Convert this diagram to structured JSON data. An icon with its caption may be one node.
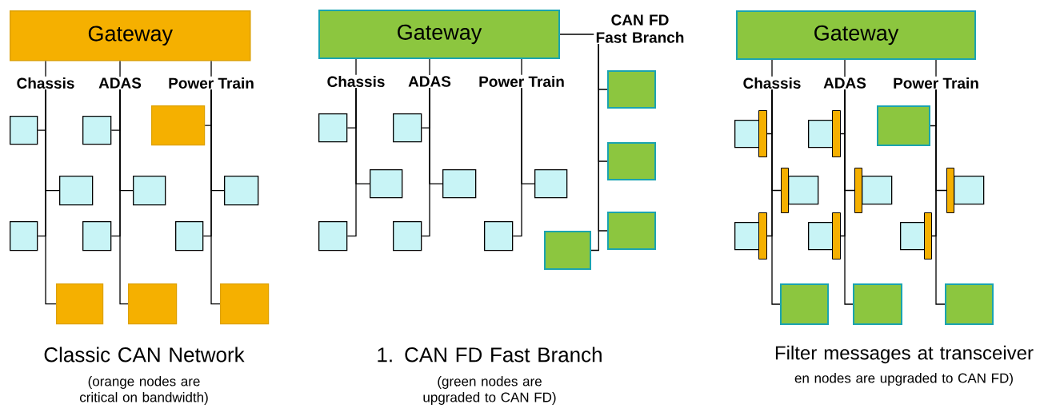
{
  "diagram": {
    "nodes": [
      {
        "text": [
          "Gateway"
        ]
      },
      {
        "text": [
          "Chassis"
        ]
      },
      {
        "text": [
          "ADAS"
        ]
      },
      {
        "text": [
          "Power Train"
        ]
      },
      {
        "text": [],
        "shape": "box"
      },
      {
        "text": [],
        "shape": "box"
      },
      {
        "text": [],
        "shape": "box"
      },
      {
        "text": [],
        "shape": "box"
      },
      {
        "text": [],
        "shape": "box"
      },
      {
        "text": [],
        "shape": "box"
      },
      {
        "text": [],
        "shape": "box"
      },
      {
        "text": [],
        "shape": "box"
      },
      {
        "text": [],
        "shape": "box"
      },
      {
        "text": [],
        "shape": "box"
      },
      {
        "text": [],
        "shape": "box"
      },
      {
        "text": [],
        "shape": "box"
      },
      {
        "text": [
          "Gateway"
        ]
      },
      {
        "text": [
          "Chassis"
        ]
      },
      {
        "text": [
          "ADAS"
        ]
      },
      {
        "text": [
          "Power Train"
        ]
      },
      {
        "text": [
          "CAN FD Fast Branch"
        ]
      },
      {
        "text": [],
        "shape": "box"
      },
      {
        "text": [],
        "shape": "box"
      },
      {
        "text": [],
        "shape": "box"
      },
      {
        "text": [],
        "shape": "box"
      },
      {
        "text": [],
        "shape": "box"
      },
      {
        "text": [],
        "shape": "box"
      },
      {
        "text": [],
        "shape": "box"
      },
      {
        "text": [],
        "shape": "box"
      },
      {
        "text": [],
        "shape": "box"
      },
      {
        "text": [],
        "shape": "box"
      },
      {
        "text": [],
        "shape": "box"
      },
      {
        "text": [],
        "shape": "box"
      },
      {
        "text": [
          "Gateway"
        ]
      },
      {
        "text": [
          "Chassis"
        ]
      },
      {
        "text": [
          "ADAS"
        ]
      },
      {
        "text": [
          "Power Train"
        ]
      },
      {
        "text": [],
        "shape": "box"
      },
      {
        "text": [],
        "shape": "bar"
      },
      {
        "text": [],
        "shape": "bar"
      },
      {
        "text": [],
        "shape": "box"
      },
      {
        "text": [],
        "shape": "box"
      },
      {
        "text": [],
        "shape": "bar"
      },
      {
        "text": [],
        "shape": "box"
      },
      {
        "text": [],
        "shape": "box"
      },
      {
        "text": [],
        "shape": "bar"
      },
      {
        "text": [],
        "shape": "bar"
      },
      {
        "text": [],
        "shape": "box"
      },
      {
        "text": [],
        "shape": "box"
      },
      {
        "text": [],
        "shape": "bar"
      },
      {
        "text": [],
        "shape": "box"
      },
      {
        "text": [],
        "shape": "box"
      },
      {
        "text": [],
        "shape": "bar"
      },
      {
        "text": [],
        "shape": "box"
      },
      {
        "text": [],
        "shape": "box"
      },
      {
        "text": [],
        "shape": "bar"
      },
      {
        "text": [],
        "shape": "box"
      }
    ],
    "edges": [
      {
        "from": 0,
        "to": 1,
        "arrow": "none"
      },
      {
        "from": 0,
        "to": 2,
        "arrow": "none"
      },
      {
        "from": 0,
        "to": 3,
        "arrow": "none"
      },
      {
        "from": 1,
        "to": 4,
        "arrow": "none"
      },
      {
        "from": 1,
        "to": 5,
        "arrow": "none"
      },
      {
        "from": 1,
        "to": 6,
        "arrow": "none"
      },
      {
        "from": 1,
        "to": 7,
        "arrow": "none"
      },
      {
        "from": 2,
        "to": 8,
        "arrow": "none"
      },
      {
        "from": 2,
        "to": 9,
        "arrow": "none"
      },
      {
        "from": 2,
        "to": 10,
        "arrow": "none"
      },
      {
        "from": 2,
        "to": 11,
        "arrow": "none"
      },
      {
        "from": 3,
        "to": 12,
        "arrow": "none"
      },
      {
        "from": 3,
        "to": 13,
        "arrow": "none"
      },
      {
        "from": 3,
        "to": 14,
        "arrow": "none"
      },
      {
        "from": 3,
        "to": 15,
        "arrow": "none"
      },
      {
        "from": 16,
        "to": 17,
        "arrow": "none"
      },
      {
        "from": 16,
        "to": 18,
        "arrow": "none"
      },
      {
        "from": 16,
        "to": 19,
        "arrow": "none"
      },
      {
        "from": 16,
        "to": 20,
        "arrow": "none"
      },
      {
        "from": 17,
        "to": 21,
        "arrow": "none"
      },
      {
        "from": 17,
        "to": 22,
        "arrow": "none"
      },
      {
        "from": 17,
        "to": 23,
        "arrow": "none"
      },
      {
        "from": 18,
        "to": 24,
        "arrow": "none"
      },
      {
        "from": 18,
        "to": 25,
        "arrow": "none"
      },
      {
        "from": 18,
        "to": 26,
        "arrow": "none"
      },
      {
        "from": 19,
        "to": 27,
        "arrow": "none"
      },
      {
        "from": 19,
        "to": 28,
        "arrow": "none"
      },
      {
        "from": 20,
        "to": 29,
        "arrow": "none"
      },
      {
        "from": 20,
        "to": 30,
        "arrow": "none"
      },
      {
        "from": 20,
        "to": 31,
        "arrow": "none"
      },
      {
        "from": 20,
        "to": 32,
        "arrow": "none"
      },
      {
        "from": 33,
        "to": 34,
        "arrow": "none"
      },
      {
        "from": 33,
        "to": 35,
        "arrow": "none"
      },
      {
        "from": 33,
        "to": 36,
        "arrow": "none"
      },
      {
        "from": 34,
        "to": 38,
        "arrow": "none"
      },
      {
        "from": 34,
        "to": 39,
        "arrow": "none"
      },
      {
        "from": 34,
        "to": 42,
        "arrow": "none"
      },
      {
        "from": 34,
        "to": 43,
        "arrow": "none"
      },
      {
        "from": 35,
        "to": 45,
        "arrow": "none"
      },
      {
        "from": 35,
        "to": 46,
        "arrow": "none"
      },
      {
        "from": 35,
        "to": 49,
        "arrow": "none"
      },
      {
        "from": 35,
        "to": 50,
        "arrow": "none"
      },
      {
        "from": 36,
        "to": 51,
        "arrow": "none"
      },
      {
        "from": 36,
        "to": 52,
        "arrow": "none"
      },
      {
        "from": 36,
        "to": 55,
        "arrow": "none"
      },
      {
        "from": 36,
        "to": 56,
        "arrow": "none"
      }
    ],
    "labels": [
      "Classic CAN Network",
      "(orange nodes are critical on bandwidth)",
      "1. CAN FD Fast Branch",
      "(green nodes are upgraded to CAN FD)",
      "Filter messages at transceiver",
      "en nodes are upgraded to CAN FD)"
    ]
  }
}
